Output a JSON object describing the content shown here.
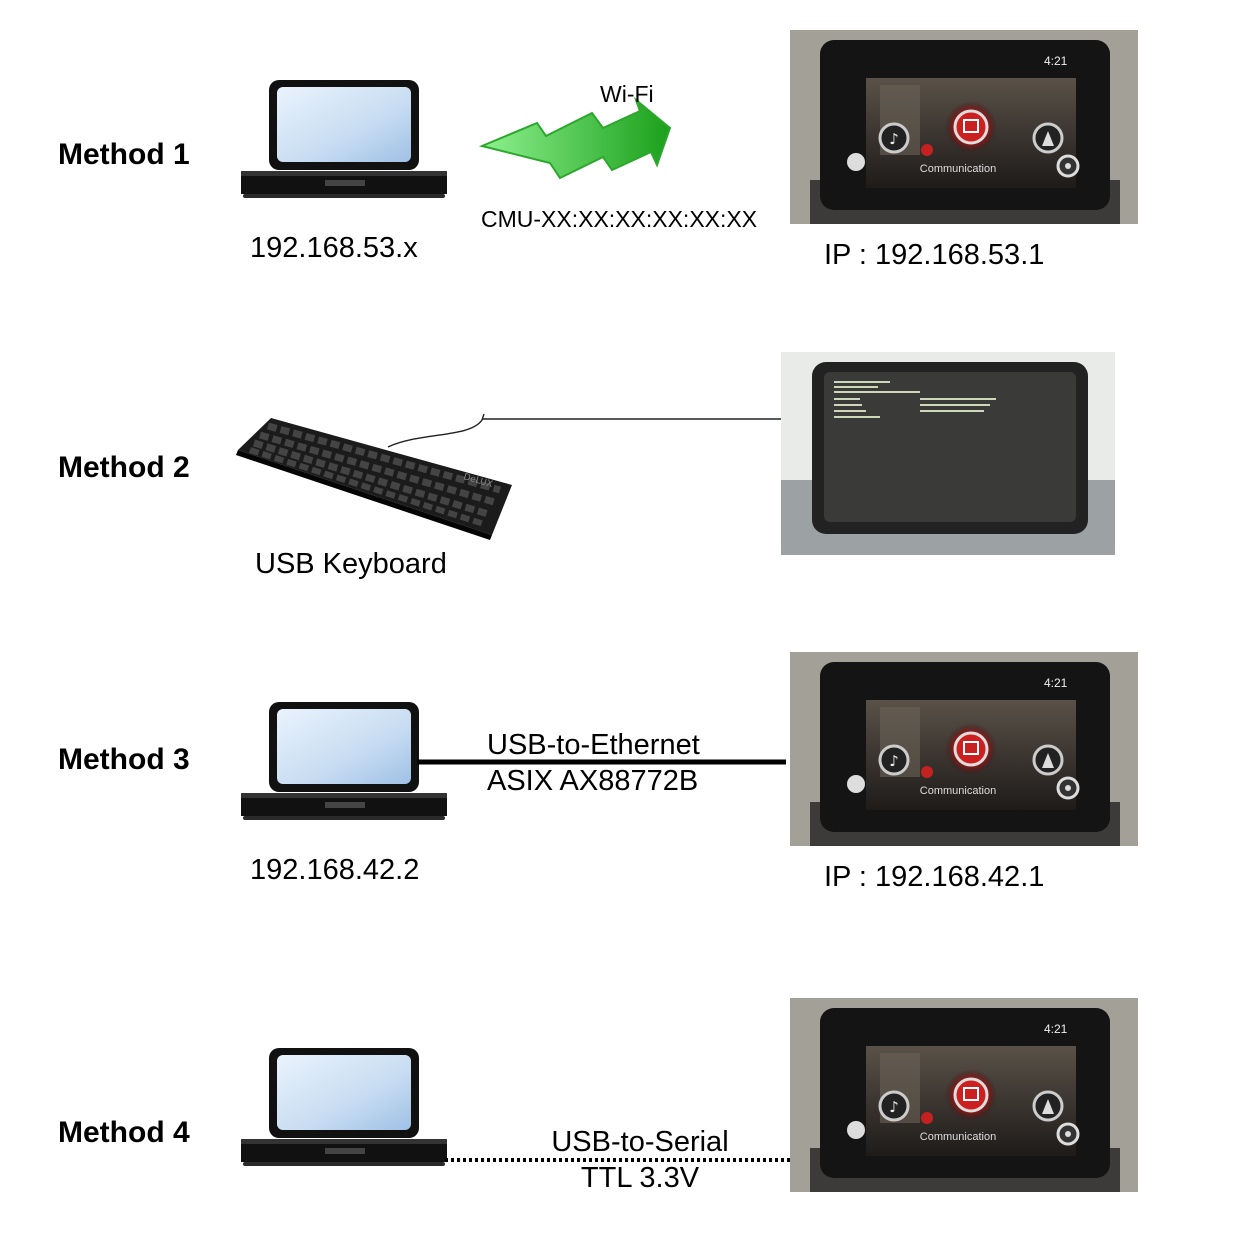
{
  "methods": [
    {
      "label": "Method 1",
      "pc_ip": "192.168.53.x",
      "link_label": "Wi-Fi",
      "ssid": "CMU-XX:XX:XX:XX:XX:XX",
      "cmu_ip": "IP : 192.168.53.1",
      "screen": {
        "time": "4:21",
        "caption": "Communication"
      }
    },
    {
      "label": "Method 2",
      "device_label": "USB Keyboard",
      "keyboard_brand": "DeLUX"
    },
    {
      "label": "Method 3",
      "pc_ip": "192.168.42.2",
      "link_line1": "USB-to-Ethernet",
      "link_line2": "ASIX AX88772B",
      "cmu_ip": "IP : 192.168.42.1",
      "screen": {
        "time": "4:21",
        "caption": "Communication"
      }
    },
    {
      "label": "Method 4",
      "link_line1": "USB-to-Serial",
      "link_line2": "TTL 3.3V",
      "screen": {
        "time": "4:21",
        "caption": "Communication"
      }
    }
  ],
  "colors": {
    "laptop_screen": "#cfe3f7",
    "wifi_bolt": "#33cc33",
    "cable": "#000000",
    "cmu_accent": "#cc2020"
  },
  "icons": [
    "laptop-icon",
    "wifi-bolt-icon",
    "keyboard-icon",
    "music-icon",
    "phone-icon",
    "navigation-icon",
    "settings-icon"
  ]
}
